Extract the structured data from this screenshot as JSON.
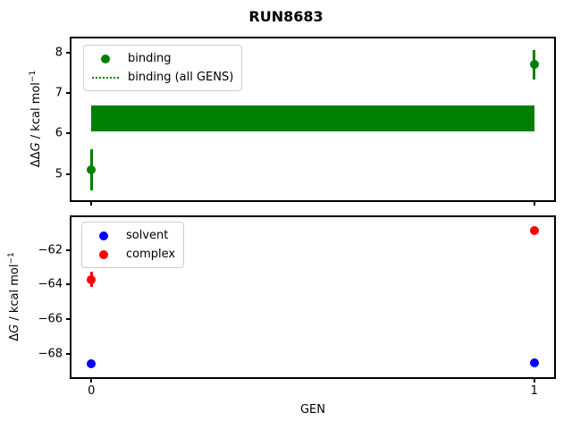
{
  "title": "RUN8683",
  "colors": {
    "green": "#008000",
    "blue": "#0000ff",
    "red": "#ff0000",
    "frame": "#000000",
    "legend_edge": "#cccccc"
  },
  "xlabel": "GEN",
  "chart_data": [
    {
      "type": "scatter",
      "subplot": "upper",
      "ylabel": "ΔΔG / kcal mol−1",
      "ylabel_parts": {
        "prefix": "ΔΔ",
        "symbol": "G",
        "rest": " / kcal mol",
        "exp": "−1"
      },
      "xlabel": "",
      "xlim": [
        -0.045,
        1.045
      ],
      "ylim": [
        4.35,
        8.35
      ],
      "yticks": [
        8,
        7,
        6,
        5
      ],
      "ytick_labels": [
        "8",
        "7",
        "6",
        "5"
      ],
      "xticks": [
        0,
        1
      ],
      "xtick_labels": [
        "",
        ""
      ],
      "grid": false,
      "legend_position": "upper left",
      "legend": [
        {
          "label": "binding",
          "marker": "dot",
          "color": "#008000"
        },
        {
          "label": "binding (all GENS)",
          "marker": "dotted-line",
          "color": "#008000"
        }
      ],
      "series": [
        {
          "name": "binding",
          "color": "#008000",
          "x": [
            0,
            1
          ],
          "y": [
            5.1,
            7.7
          ],
          "yerr": [
            0.5,
            0.37
          ]
        }
      ],
      "band": {
        "name": "binding (all GENS)",
        "color": "#008000",
        "x": [
          0,
          1
        ],
        "ylow": 6.05,
        "yhigh": 6.7
      }
    },
    {
      "type": "scatter",
      "subplot": "lower",
      "ylabel": "ΔG / kcal mol−1",
      "ylabel_parts": {
        "prefix": "Δ",
        "symbol": "G",
        "rest": " / kcal mol",
        "exp": "−1"
      },
      "xlabel": "GEN",
      "xlim": [
        -0.045,
        1.045
      ],
      "ylim": [
        -69.35,
        -60.1
      ],
      "yticks": [
        -62,
        -64,
        -66,
        -68
      ],
      "ytick_labels": [
        "−62",
        "−64",
        "−66",
        "−68"
      ],
      "xticks": [
        0,
        1
      ],
      "xtick_labels": [
        "0",
        "1"
      ],
      "grid": false,
      "legend_position": "upper left",
      "legend": [
        {
          "label": "solvent",
          "marker": "dot",
          "color": "#0000ff"
        },
        {
          "label": "complex",
          "marker": "dot",
          "color": "#ff0000"
        }
      ],
      "series": [
        {
          "name": "solvent",
          "color": "#0000ff",
          "x": [
            0,
            1
          ],
          "y": [
            -68.6,
            -68.5
          ],
          "yerr": [
            0.15,
            0.15
          ]
        },
        {
          "name": "complex",
          "color": "#ff0000",
          "x": [
            0,
            1
          ],
          "y": [
            -63.7,
            -60.9
          ],
          "yerr": [
            0.45,
            0.2
          ]
        }
      ]
    }
  ]
}
